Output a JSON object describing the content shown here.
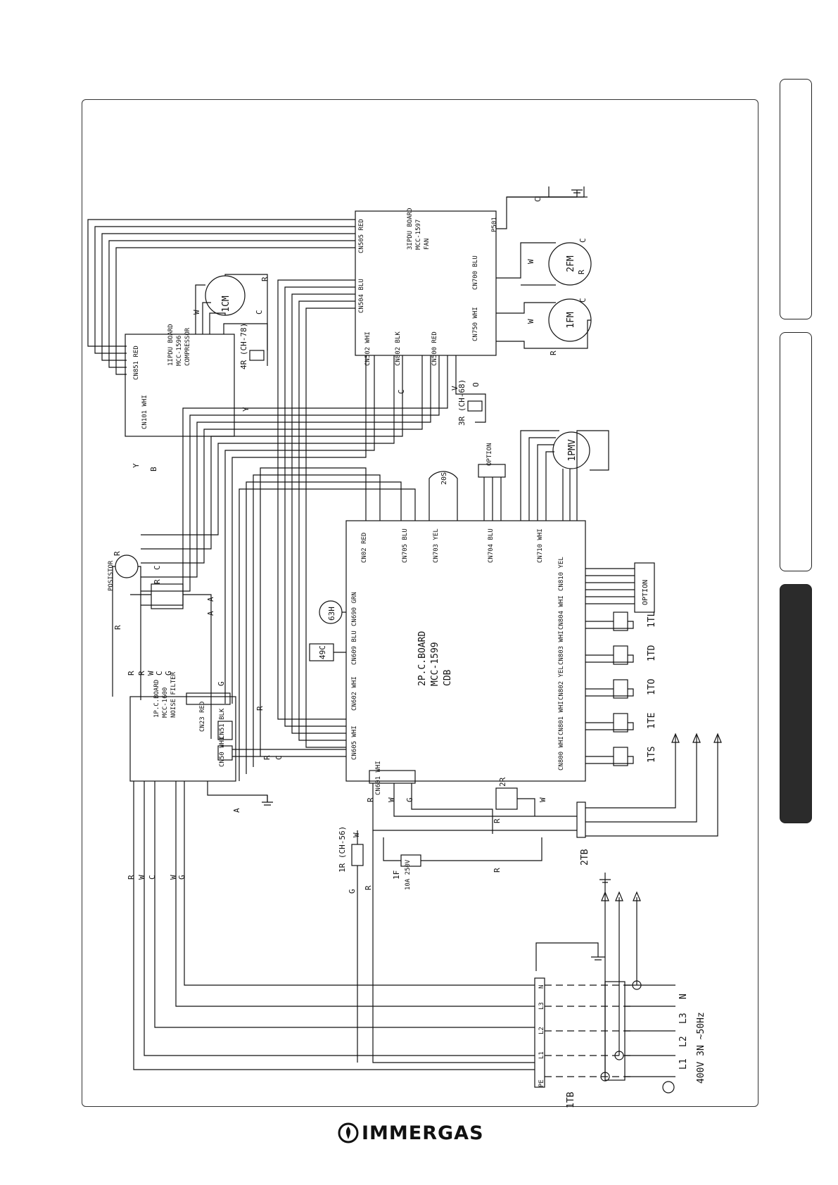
{
  "boards": {
    "p1": {
      "title": "1P.C.BOARD",
      "model": "MCC-1600",
      "desc": "NOISE FILTER"
    },
    "p2": {
      "title": "2P.C.BOARD",
      "model": "MCC-1599",
      "desc": "CDB"
    },
    "pfan": {
      "title": "3IPDU BOARD",
      "model": "MCC-1597",
      "desc": "FAN"
    },
    "pcomp": {
      "title": "1IPDU BOARD",
      "model": "MCC-1596",
      "desc": "COMPRESSOR"
    }
  },
  "connectors": {
    "cn505": "CN505 RED",
    "cn504": "CN504 BLU",
    "cn700": "CN700 BLU",
    "cn750": "CN750 WHI",
    "cn502": "CN502 WHI",
    "cn802": "CN802 BLK",
    "cn500": "CN500 RED",
    "p501": "P501",
    "cn851": "CN851 RED",
    "cn101": "CN101 WHI",
    "cn02": "CN02 RED",
    "cn705": "CN705 BLU",
    "cn703": "CN703 YEL",
    "cn704": "CN704 BLU",
    "cn710": "CN710 WHI",
    "cn810": "CN810 YEL",
    "cn804": "CN804 WHI",
    "cn803": "CN803 WHI",
    "cn802t": "CN802 YEL",
    "cn801": "CN801 WHI",
    "cn800": "CN800 WHI",
    "cn690": "CN690 GRN",
    "cn609": "CN609 BLU",
    "cn602": "CN602 WHI",
    "cn605": "CN605 WHI",
    "cn601": "CN601 WHI",
    "cn23": "CN23 RED",
    "cn51": "CN51 BLK",
    "cn50": "CN50 WHI"
  },
  "components": {
    "cm1": "1CM",
    "fm2": "2FM",
    "fm1": "1FM",
    "pmv": "1PMV",
    "s20": "20S",
    "h63": "63H",
    "c49": "49C",
    "posistor": "POSISTOR",
    "option1": "OPTION",
    "option2": "OPTION",
    "r4": "4R (CH-78)",
    "r3": "3R (CH-68)",
    "r1": "1R (CH-56)",
    "r2": "2R",
    "fuse": "1F",
    "fuse_rating": "10A 250V",
    "tl": "1TL",
    "td": "1TD",
    "to": "1TO",
    "te": "1TE",
    "ts": "1TS",
    "tb1": "1TB",
    "tb2": "2TB"
  },
  "terminals": {
    "pe": "PE",
    "l1": "L1",
    "l2": "L2",
    "l3": "L3",
    "n": "N"
  },
  "supply": "400V 3N ~50Hz",
  "wire_letters": {
    "r": "R",
    "w": "W",
    "c": "C",
    "g": "G",
    "y": "Y",
    "b": "B",
    "a": "A",
    "v": "V",
    "o": "O"
  },
  "brand": "IMMERGAS"
}
